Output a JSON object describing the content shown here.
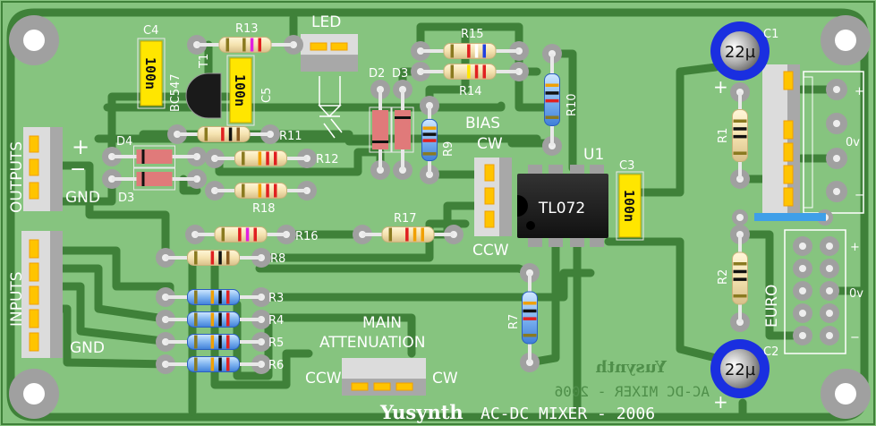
{
  "board": {
    "title": "AC-DC MIXER - 2006",
    "brand": "Yusynth",
    "mirrored_title": "AC-DC MIXER - 2006",
    "mirrored_brand": "Yusynth",
    "colors": {
      "board": "#86c47f",
      "trace": "#3f8139",
      "silk": "#ffffff",
      "cap_electrolytic": "#1a2fe0",
      "cap_ceramic": "#ffe600"
    }
  },
  "labels": {
    "led": "LED",
    "bias": "BIAS",
    "bias_cw": "CW",
    "bias_ccw": "CCW",
    "outputs": "OUTPUTS",
    "outputs_plus": "+",
    "outputs_minus": "−",
    "outputs_gnd": "GND",
    "inputs": "INPUTS",
    "inputs_gnd": "GND",
    "main": "MAIN",
    "attenuation": "ATTENUATION",
    "main_ccw": "CCW",
    "main_cw": "CW",
    "euro": "EURO",
    "euro_plus": "+",
    "euro_0v": "0v",
    "euro_minus": "−",
    "power_plus": "+",
    "power_0v": "0v",
    "power_minus": "−",
    "c1_plus": "+",
    "c2_plus": "+"
  },
  "capacitors": {
    "C4": {
      "ref": "C4",
      "value": "100n"
    },
    "C5": {
      "ref": "C5",
      "value": "100n"
    },
    "C3": {
      "ref": "C3",
      "value": "100n"
    },
    "C1": {
      "ref": "C1",
      "value": "22µ"
    },
    "C2": {
      "ref": "C2",
      "value": "22µ"
    }
  },
  "semis": {
    "T1": {
      "ref": "T1",
      "value": "BC547"
    },
    "U1": {
      "ref": "U1",
      "value": "TL072"
    },
    "D2": {
      "ref": "D2"
    },
    "D3a": {
      "ref": "D3"
    },
    "D4": {
      "ref": "D4"
    },
    "D3b": {
      "ref": "D3"
    }
  },
  "resistors": {
    "R13": {
      "ref": "R13",
      "bands": [
        "#8a7a20",
        "#8a7a20",
        "#e020e0",
        "#e02020"
      ]
    },
    "R15": {
      "ref": "R15",
      "bands": [
        "#8a7a20",
        "#e02020",
        "#ffffff",
        "#2040e0"
      ]
    },
    "R14": {
      "ref": "R14",
      "bands": [
        "#8a7a20",
        "#ffe600",
        "#e02020",
        "#e02020"
      ]
    },
    "R10": {
      "ref": "R10",
      "bands": [
        "#8a7a20",
        "#e02020",
        "#111111",
        "#f0a000"
      ]
    },
    "R11": {
      "ref": "R11",
      "bands": [
        "#8a7a20",
        "#e02020",
        "#111111",
        "#8a5a20"
      ]
    },
    "R12": {
      "ref": "R12",
      "bands": [
        "#8a7a20",
        "#f0a000",
        "#e02020",
        "#e02020"
      ]
    },
    "R18": {
      "ref": "R18",
      "bands": [
        "#8a7a20",
        "#f0a000",
        "#e02020",
        "#e02020"
      ]
    },
    "R9": {
      "ref": "R9",
      "bands": [
        "#8a7a20",
        "#e02020",
        "#111111",
        "#f0a000"
      ]
    },
    "R1": {
      "ref": "R1",
      "bands": [
        "#8a7a20",
        "#111111",
        "#111111",
        "#8a7a20"
      ]
    },
    "R2": {
      "ref": "R2",
      "bands": [
        "#8a7a20",
        "#111111",
        "#111111",
        "#8a7a20"
      ]
    },
    "R16": {
      "ref": "R16",
      "bands": [
        "#8a7a20",
        "#e02020",
        "#e020e0",
        "#e02020"
      ]
    },
    "R17": {
      "ref": "R17",
      "bands": [
        "#8a7a20",
        "#e02020",
        "#f0a000",
        "#f0a000"
      ]
    },
    "R8": {
      "ref": "R8",
      "bands": [
        "#8a7a20",
        "#e02020",
        "#111111",
        "#8a5a20"
      ]
    },
    "R3": {
      "ref": "R3",
      "bands": [
        "#8a7a20",
        "#f0a000",
        "#111111",
        "#e02020"
      ]
    },
    "R4": {
      "ref": "R4",
      "bands": [
        "#8a7a20",
        "#f0a000",
        "#111111",
        "#e02020"
      ]
    },
    "R5": {
      "ref": "R5",
      "bands": [
        "#8a7a20",
        "#f0a000",
        "#111111",
        "#e02020"
      ]
    },
    "R6": {
      "ref": "R6",
      "bands": [
        "#8a7a20",
        "#f0a000",
        "#111111",
        "#e02020"
      ]
    },
    "R7": {
      "ref": "R7",
      "bands": [
        "#8a7a20",
        "#e02020",
        "#111111",
        "#f0a000"
      ]
    }
  }
}
